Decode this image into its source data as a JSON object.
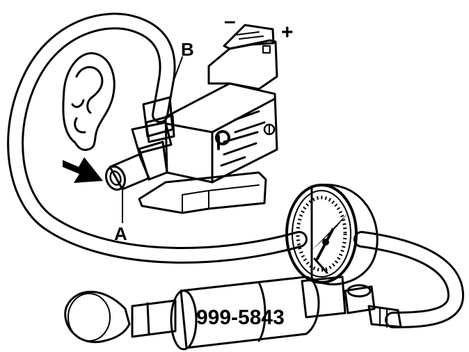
{
  "labels": {
    "a": "A",
    "b": "B",
    "minus": "–",
    "plus": "+"
  },
  "tool_number": "999-5843",
  "colors": {
    "line": "#000000",
    "fill": "#ffffff"
  }
}
